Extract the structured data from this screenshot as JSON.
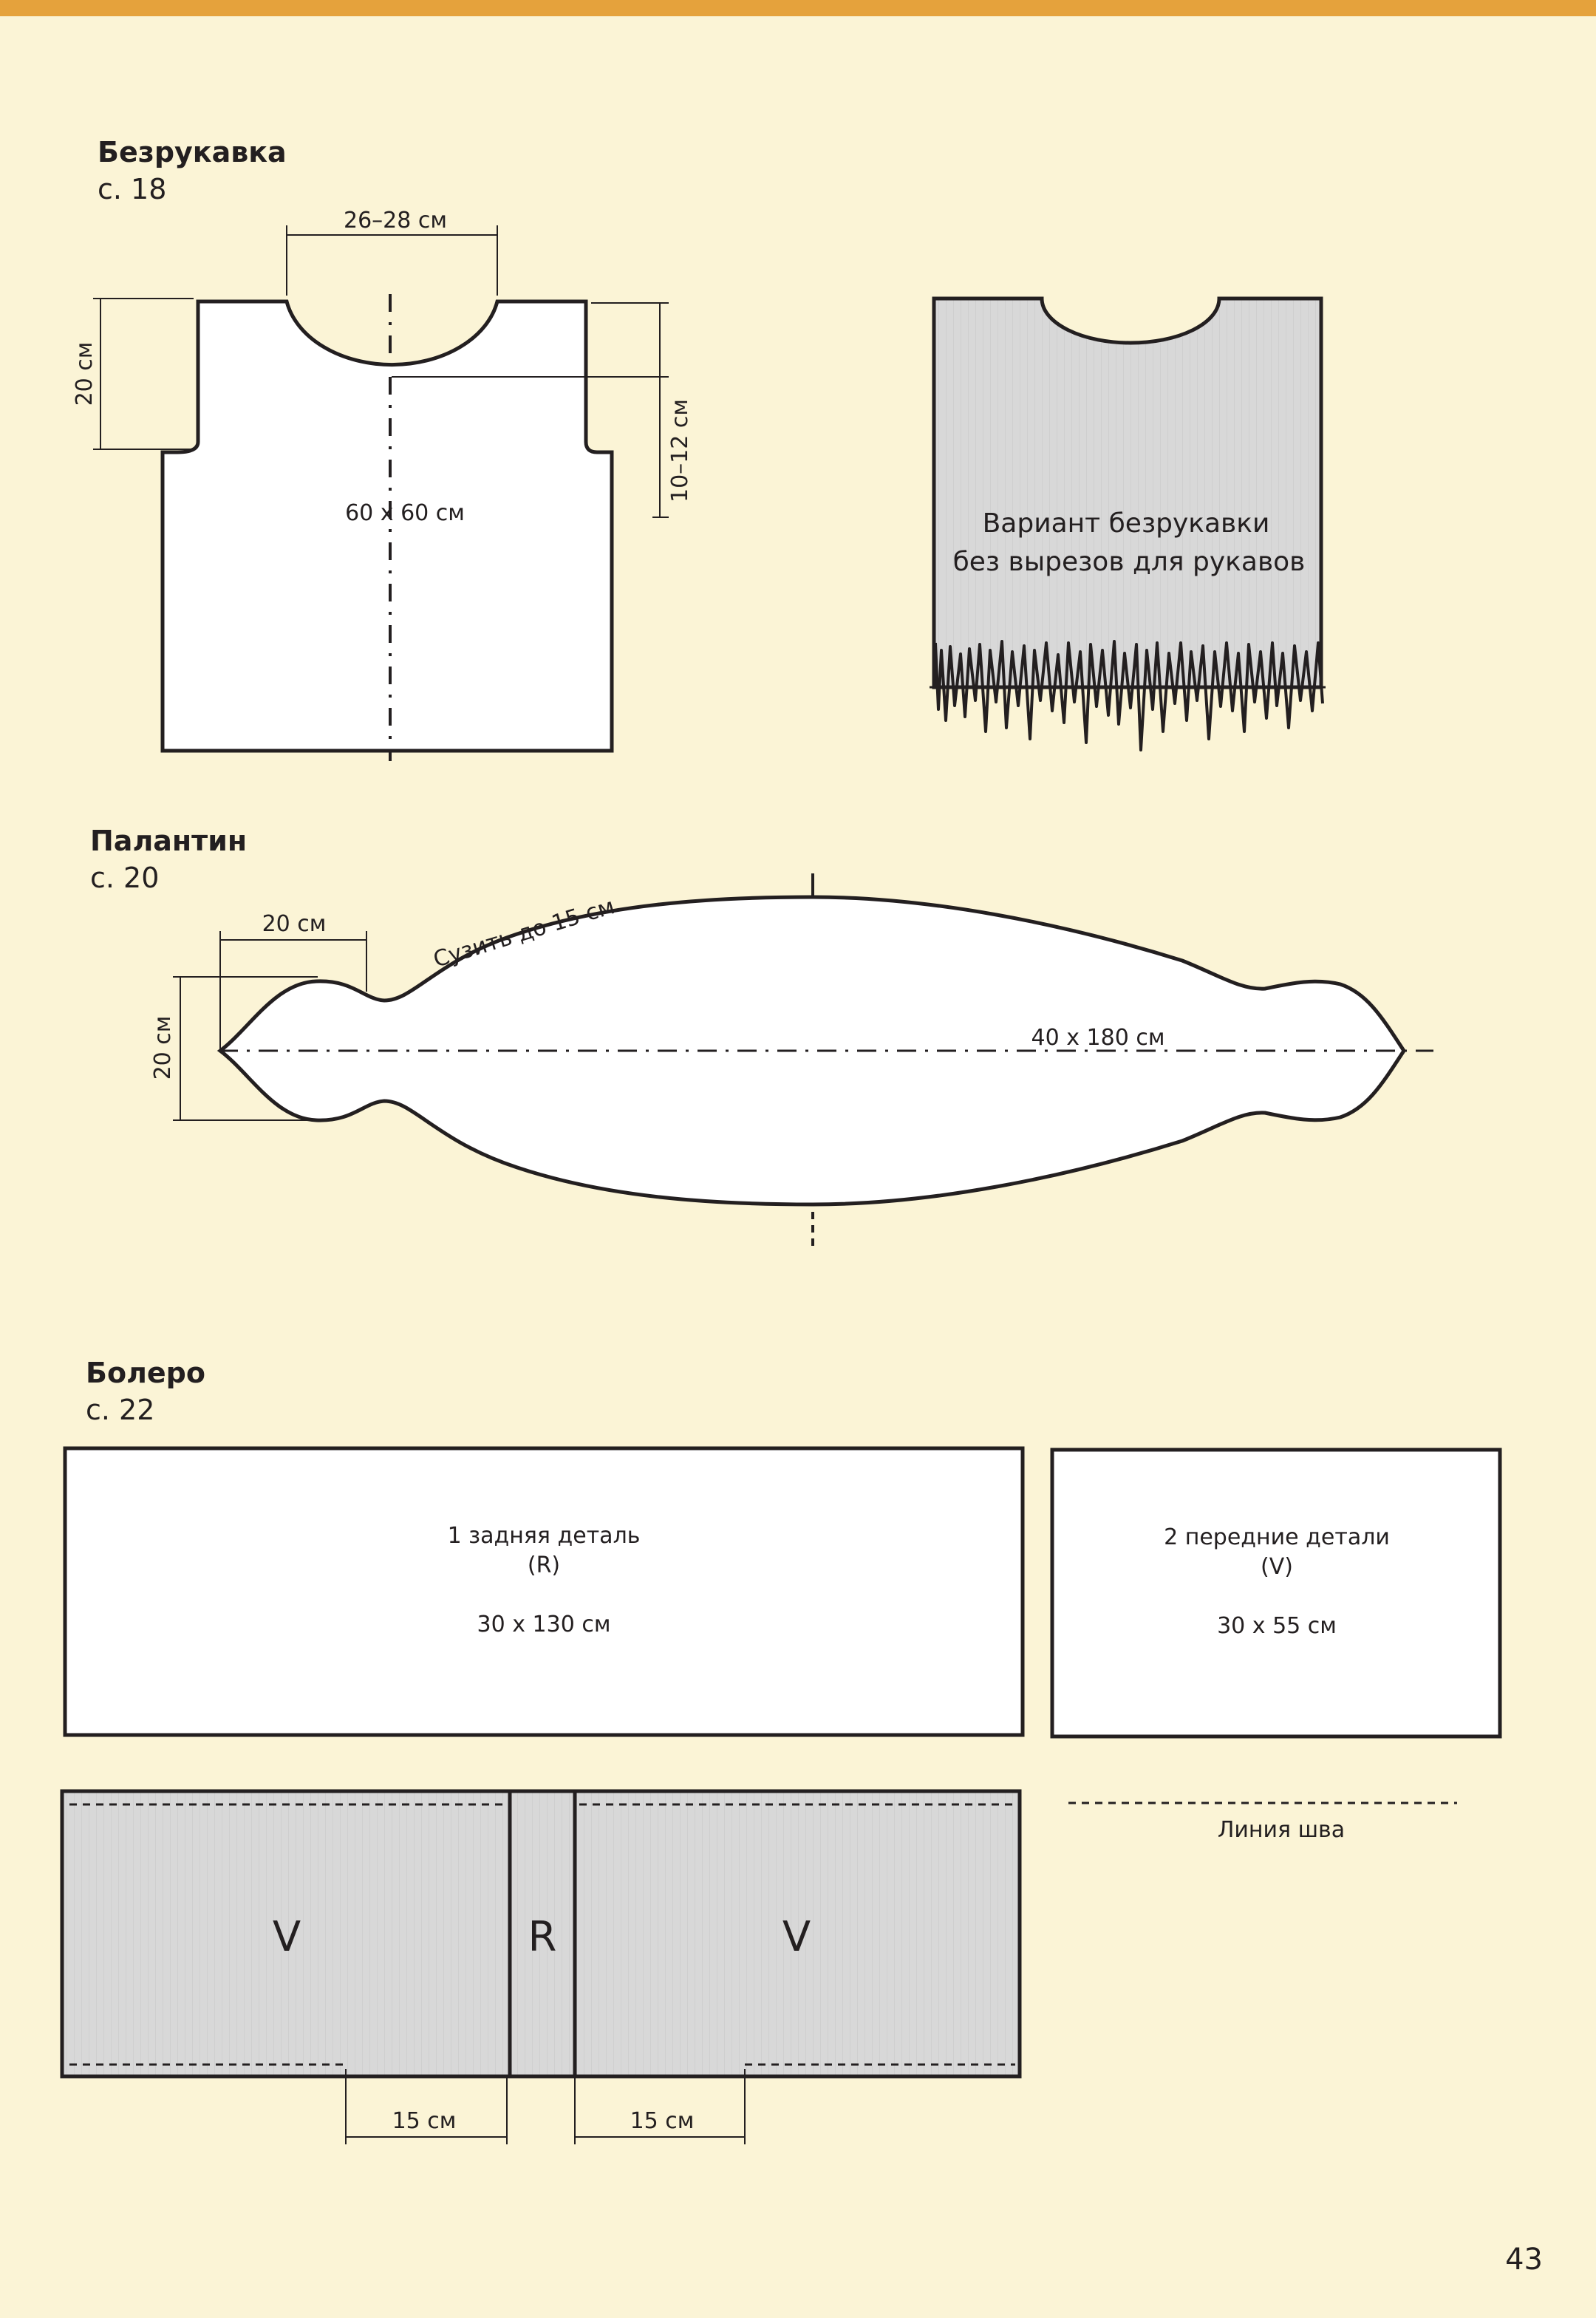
{
  "vest": {
    "title": "Безрукавка",
    "page_ref": "с. 18",
    "neck_width": "26–28 см",
    "armhole_height": "20 см",
    "armhole_depth": "10–12 см",
    "size": "60 x 60 см"
  },
  "vest_variant": {
    "caption_line1": "Вариант безрукавки",
    "caption_line2": "без вырезов для рукавов"
  },
  "stole": {
    "title": "Палантин",
    "page_ref": "с. 20",
    "end_width": "20 см",
    "narrow_note": "Сузить до 15 см",
    "end_height": "20 см",
    "size": "40 x 180 см"
  },
  "bolero": {
    "title": "Болеро",
    "page_ref": "с. 22",
    "back_label": "1 задняя деталь",
    "back_code": "(R)",
    "back_size": "30 x 130 см",
    "front_label": "2 передние детали",
    "front_code": "(V)",
    "front_size": "30 x 55 см",
    "seam_legend": "Линия шва",
    "assembly_left": "V",
    "assembly_center": "R",
    "assembly_right": "V",
    "seam_gap_left": "15 см",
    "seam_gap_right": "15 см"
  },
  "colors": {
    "background": "#fbf4d6",
    "piece_fill": "#ffffff",
    "shaded_fill": "#d8d8d8",
    "line": "#231f20"
  },
  "page_number": "43"
}
